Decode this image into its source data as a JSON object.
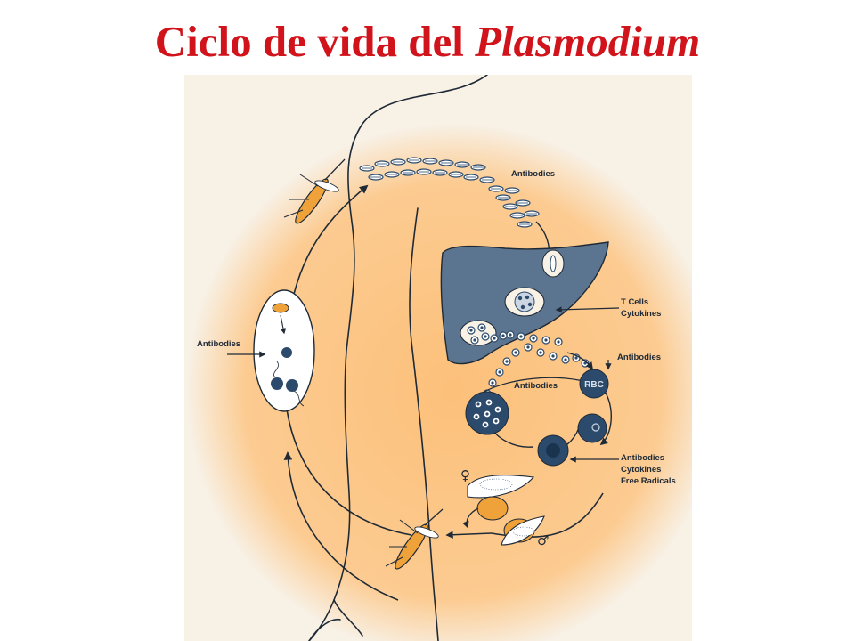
{
  "slide": {
    "title_prefix": "Ciclo de vida  del ",
    "title_genus": "Plasmodium"
  },
  "diagram": {
    "labels": {
      "antibodies_top": "Antibodies",
      "t_cells": "T Cells",
      "cytokines_liver": "Cytokines",
      "antibodies_right": "Antibodies",
      "antibodies_inner": "Antibodies",
      "rbc": "RBC",
      "antibodies_lower": "Antibodies",
      "cytokines_lower": "Cytokines",
      "free_radicals": "Free Radicals",
      "antibodies_left": "Antibodies",
      "female_symbol": "♀",
      "male_symbol": "♂"
    },
    "colors": {
      "glow": "#fbc98a",
      "background": "#f8f1e6",
      "liver": "#5b7590",
      "parasite_dark": "#2c4a6b",
      "line": "#1f2a36"
    }
  }
}
